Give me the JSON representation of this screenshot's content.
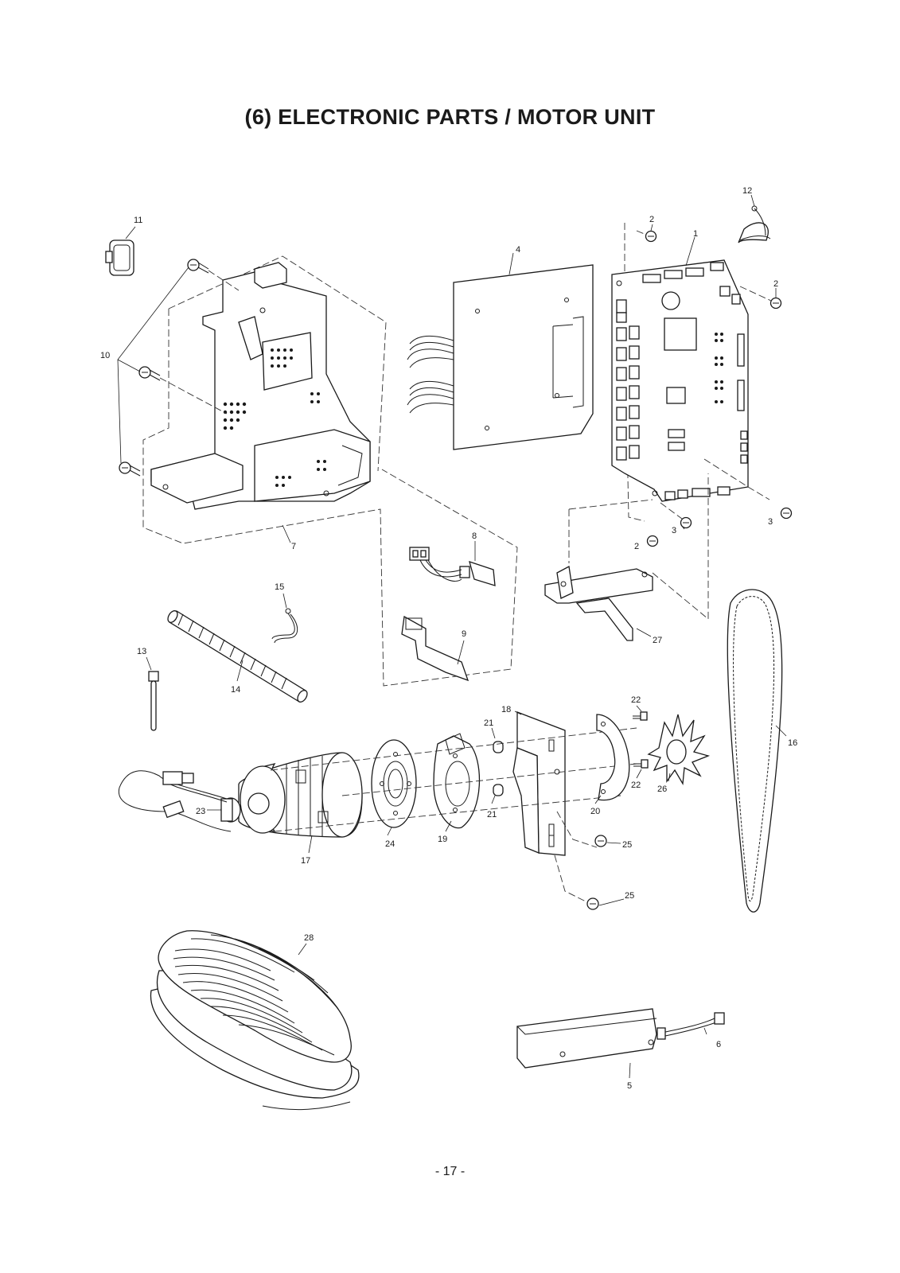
{
  "page": {
    "title": "(6) ELECTRONIC PARTS / MOTOR UNIT",
    "page_number": "- 17 -"
  },
  "callouts": {
    "n1": "1",
    "n2": "2",
    "n3": "3",
    "n4": "4",
    "n5": "5",
    "n6": "6",
    "n7": "7",
    "n8": "8",
    "n9": "9",
    "n10": "10",
    "n11": "11",
    "n12": "12",
    "n13": "13",
    "n14": "14",
    "n15": "15",
    "n16": "16",
    "n17": "17",
    "n18": "18",
    "n19": "19",
    "n20": "20",
    "n21": "21",
    "n22": "22",
    "n23": "23",
    "n24": "24",
    "n25": "25",
    "n26": "26",
    "n27": "27",
    "n28": "28"
  },
  "icons": {
    "screw": "screw-icon",
    "circuit_board": "circuit-board-icon",
    "motor": "motor-icon",
    "belt": "belt-icon",
    "foot_controller": "foot-controller-icon"
  },
  "colors": {
    "line": "#1a1a1a",
    "paper": "#ffffff"
  }
}
